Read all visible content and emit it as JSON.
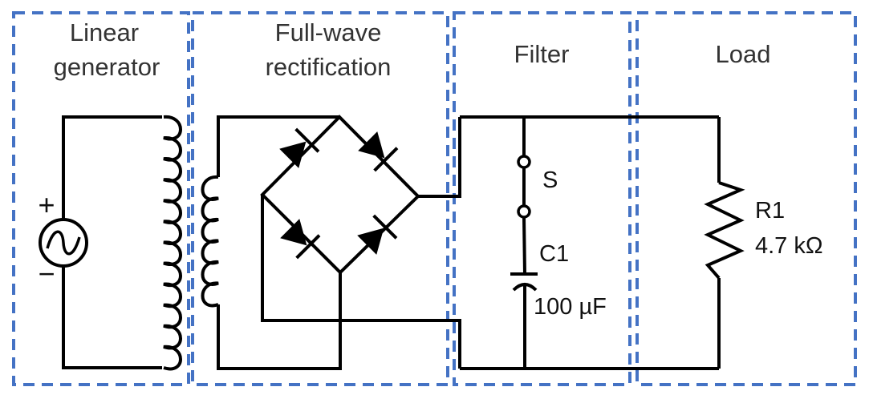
{
  "sections": [
    {
      "id": "generator",
      "title_lines": [
        "Linear",
        "generator"
      ]
    },
    {
      "id": "rectifier",
      "title_lines": [
        "Full-wave",
        "rectification"
      ]
    },
    {
      "id": "filter",
      "title_lines": [
        "Filter"
      ]
    },
    {
      "id": "load",
      "title_lines": [
        "Load"
      ]
    }
  ],
  "components": {
    "source": {
      "plus": "+",
      "minus": "−"
    },
    "switch": {
      "label": "S"
    },
    "capacitor": {
      "label": "C1",
      "value": "100 µF"
    },
    "resistor": {
      "label": "R1",
      "value": "4.7 kΩ"
    }
  },
  "colors": {
    "section_border": "#4472c4",
    "wire": "#000000",
    "title_text": "#333333"
  }
}
